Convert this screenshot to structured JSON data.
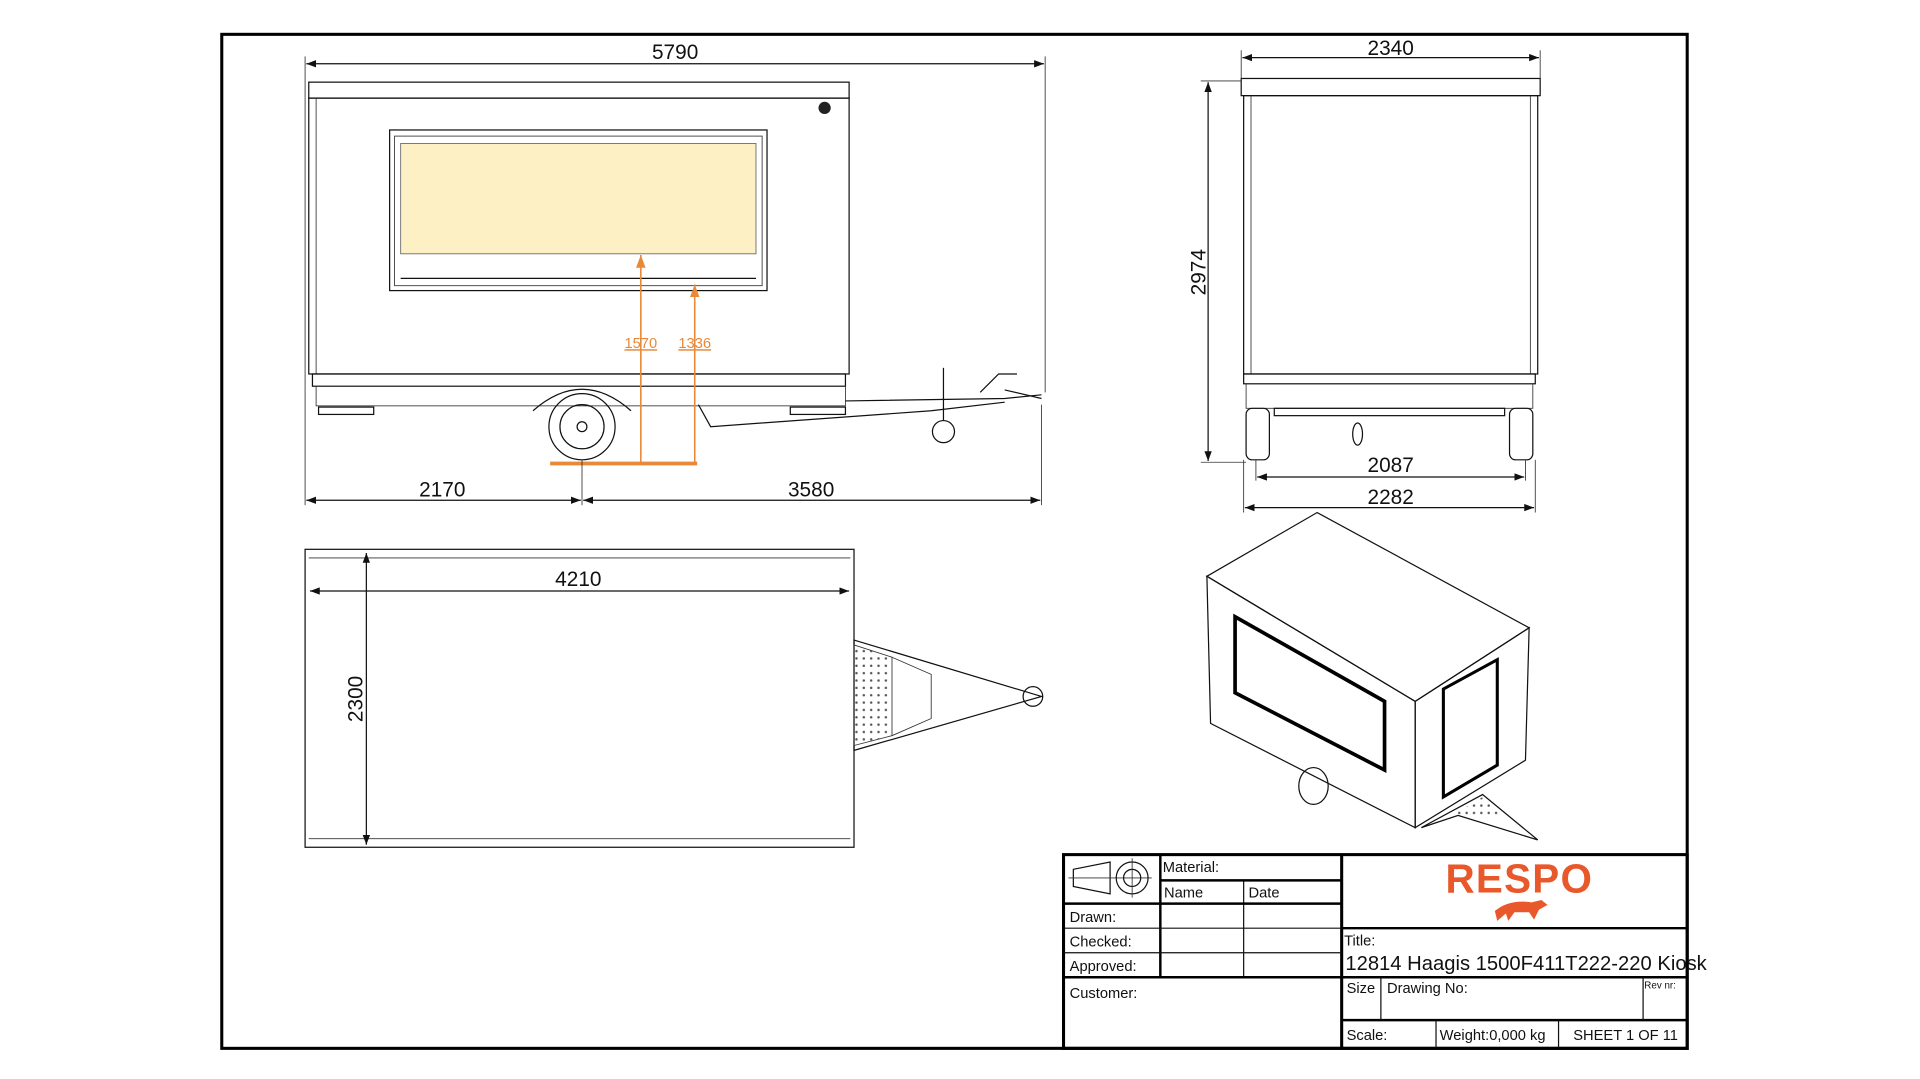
{
  "drawing": {
    "side_view": {
      "overall_length": "5790",
      "axle_to_rear": "2170",
      "axle_to_coupling": "3580",
      "window_bottom_height": "1570",
      "counter_height": "1336"
    },
    "front_view": {
      "width": "2340",
      "height": "2974",
      "track_width": "2087",
      "wheel_outer_width": "2282"
    },
    "top_view": {
      "body_length": "4210",
      "body_width": "2300"
    },
    "colors": {
      "dimension_highlight": "#E8893A",
      "window_fill": "#FDF0C4",
      "brand": "#E8582A"
    }
  },
  "title_block": {
    "material_label": "Material:",
    "name_label": "Name",
    "date_label": "Date",
    "drawn_label": "Drawn:",
    "checked_label": "Checked:",
    "approved_label": "Approved:",
    "customer_label": "Customer:",
    "logo_text": "RESPO",
    "title_label": "Title:",
    "title": "12814 Haagis 1500F411T222-220 Kiosk",
    "size_label": "Size",
    "drawing_no_label": "Drawing No:",
    "rev_label": "Rev nr:",
    "scale_label": "Scale:",
    "weight": "Weight:0,000 kg",
    "sheet": "SHEET 1 OF 11",
    "projection_icon": "third-angle-projection-icon"
  }
}
